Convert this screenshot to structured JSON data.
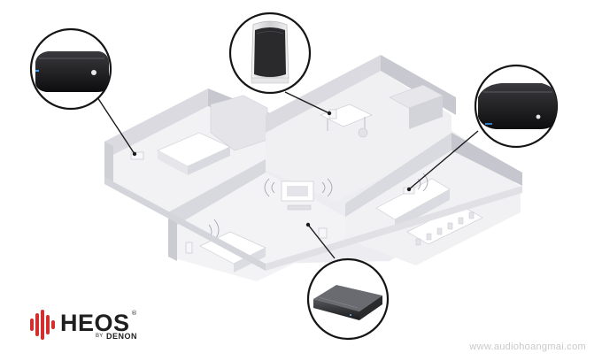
{
  "brand": {
    "word": "HEOS",
    "registered": "®",
    "by": "BY",
    "maker": "DENON"
  },
  "watermark": "www.audiohoangmai.com",
  "colors": {
    "accent_red": "#d32f2f",
    "floor_top": "#f1f1f3",
    "wall_left": "#cfd0d6",
    "wall_right": "#e3e3e8",
    "speaker_dark": "#1b1b1d",
    "speaker_light": "#dcdcde"
  },
  "callouts": [
    {
      "name": "speaker-heos-5",
      "icon": "black-wide-speaker"
    },
    {
      "name": "speaker-heos-1",
      "icon": "white-tall-speaker"
    },
    {
      "name": "speaker-heos-7",
      "icon": "black-wide-speaker"
    },
    {
      "name": "heos-homecinema-bar",
      "icon": "soundbar"
    }
  ]
}
